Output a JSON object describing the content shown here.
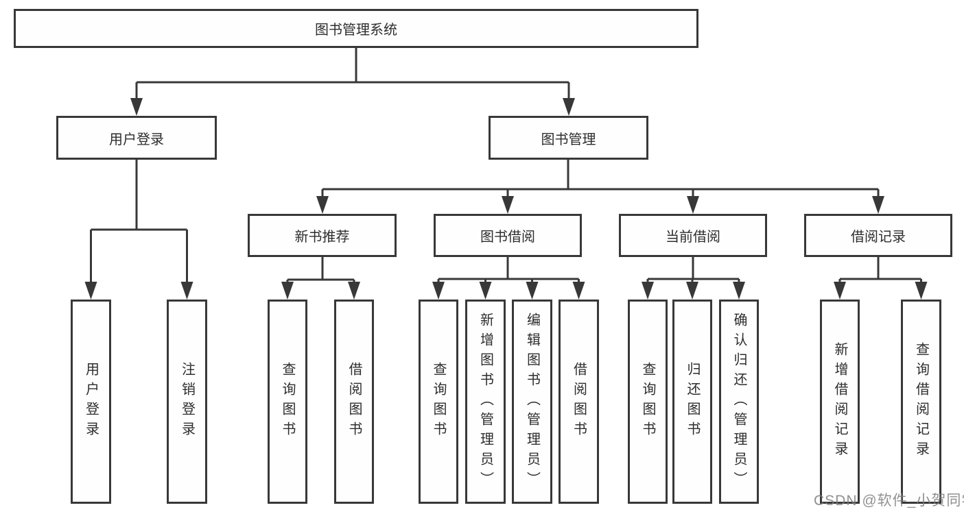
{
  "diagram": {
    "root_label": "图书管理系统",
    "branches": [
      {
        "label": "用户登录",
        "leaves": [
          "用户登录",
          "注销登录"
        ]
      },
      {
        "label": "图书管理",
        "groups": [
          {
            "label": "新书推荐",
            "leaves": [
              "查询图书",
              "借阅图书"
            ]
          },
          {
            "label": "图书借阅",
            "leaves": [
              "查询图书",
              "新增图书（管理员）",
              "编辑图书（管理员）",
              "借阅图书"
            ]
          },
          {
            "label": "当前借阅",
            "leaves": [
              "查询图书",
              "归还图书",
              "确认归还（管理员）"
            ]
          },
          {
            "label": "借阅记录",
            "leaves": [
              "新增借阅记录",
              "查询借阅记录"
            ]
          }
        ]
      }
    ]
  },
  "colors": {
    "line": "#383838",
    "text": "#2d2d2d",
    "watermark": "#7d7d7d"
  },
  "watermark": {
    "text": "CSDN @软件_小贺同学"
  }
}
